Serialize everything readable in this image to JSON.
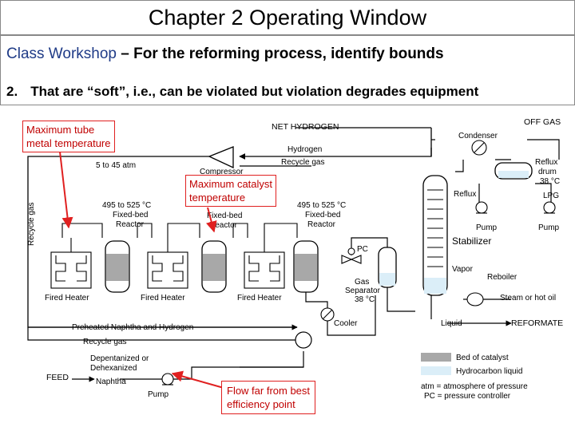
{
  "header": {
    "title": "Chapter 2 Operating Window"
  },
  "subtitle": {
    "workshop_label": "Class Workshop",
    "workshop_text": " – For the reforming process, identify bounds",
    "item_number": "2.",
    "item_text": "That are “soft”, i.e., can be violated but violation degrades equipment"
  },
  "callouts": {
    "tube_temp": [
      "Maximum tube",
      "metal temperature"
    ],
    "catalyst_temp": [
      "Maximum catalyst",
      "temperature"
    ],
    "flow": [
      "Flow far from best",
      "efficiency point"
    ]
  },
  "diagram": {
    "net_hydrogen": "NET HYDROGEN",
    "off_gas": "OFF GAS",
    "condenser": "Condenser",
    "hydrogen": "Hydrogen",
    "recycle_gas_top": "Recycle gas",
    "pressure_range": "5 to 45 atm",
    "compressor": "Compressor",
    "recycle_gas_side": "Recycle gas",
    "reactor_temp_1": "495 to 525 °C",
    "reactor_temp_2": "495 to 525 °C",
    "fixed_bed_reactor": [
      "Fixed-bed",
      "Reactor"
    ],
    "reflux_drum": [
      "Reflux",
      "drum",
      "38 °C"
    ],
    "reflux": "Reflux",
    "lpg": "LPG",
    "pump": "Pump",
    "stabilizer": "Stabilizer",
    "pc": "PC",
    "gas_separator": [
      "Gas",
      "Separator",
      "38 °C"
    ],
    "vapor": "Vapor",
    "reboiler": "Reboiler",
    "steam_or_hot_oil": "Steam or hot oil",
    "fired_heater": "Fired Heater",
    "cooler": "Cooler",
    "liquid": "Liquid",
    "reformate": "REFORMATE",
    "preheated": "Preheated Naphtha and Hydrogen",
    "recycle_gas_bottom": "Recycle gas",
    "feed": "FEED",
    "feed_desc": [
      "Depentanized or",
      "Dehexanized",
      "Naphtha"
    ]
  },
  "legend": {
    "catalyst": "Bed of catalyst",
    "liquid": "Hydrocarbon liquid",
    "atm": "atm = atmosphere of pressure",
    "pc": "PC = pressure controller",
    "catalyst_color": "#a8a8a8",
    "liquid_color": "#dbeef8"
  }
}
